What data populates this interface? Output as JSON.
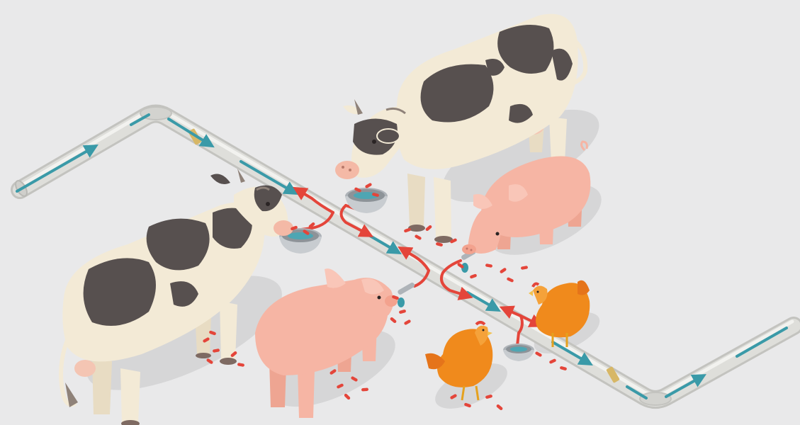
{
  "colors": {
    "background": "#e9e9ea",
    "pipe": "#dcdcd8",
    "pipe_edge": "#c3c3bf",
    "flow_clean": "#3a9aa8",
    "flow_medicated": "#e4453a",
    "pill": "#e4453a",
    "cow_body": "#f3ead6",
    "cow_spot": "#57504f",
    "pig": "#f6b5a4",
    "chicken": "#f08a1c",
    "bowl": "#c8ccd0"
  },
  "animals": [
    "cow",
    "cow",
    "pig",
    "pig",
    "chicken",
    "chicken"
  ],
  "icons": [
    "water-pipe-icon",
    "feed-bowl-icon",
    "nipple-drinker-icon",
    "pill-icon",
    "flow-arrow-icon"
  ]
}
